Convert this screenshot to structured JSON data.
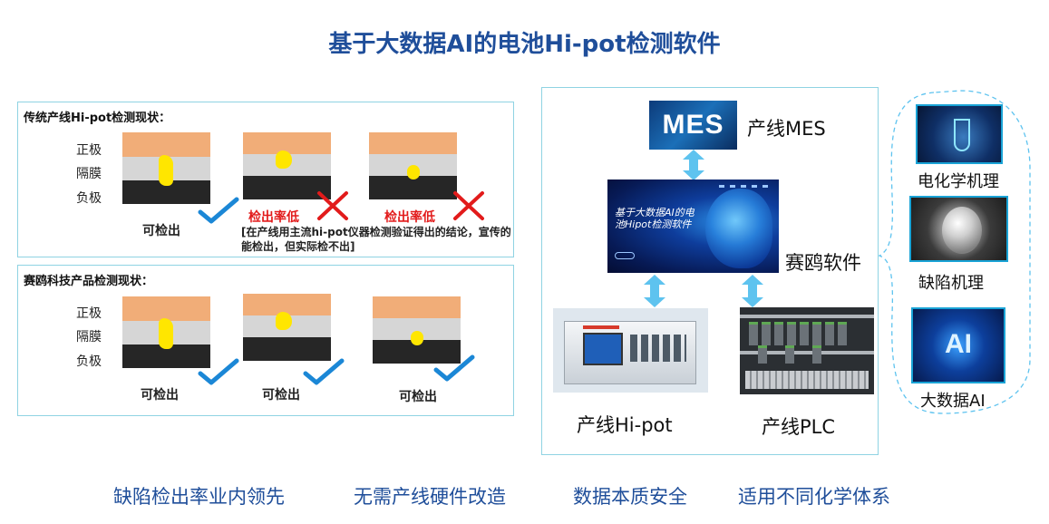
{
  "title": "基于大数据AI的电池Hi-pot检测软件",
  "traditional": {
    "heading": "传统产线Hi-pot检测现状：",
    "layers": [
      "正极",
      "隔膜",
      "负极"
    ],
    "cases": [
      {
        "caption": "可检出",
        "result": "check"
      },
      {
        "caption": "检出率低",
        "result": "cross"
      },
      {
        "caption": "检出率低",
        "result": "cross"
      }
    ],
    "note": "[在产线用主流hi-pot仪器检测验证得出的结论，宣传的能检出，但实际检不出]"
  },
  "saiou": {
    "heading": "赛鸥科技产品检测现状：",
    "layers": [
      "正极",
      "隔膜",
      "负极"
    ],
    "cases": [
      {
        "caption": "可检出",
        "result": "check"
      },
      {
        "caption": "可检出",
        "result": "check"
      },
      {
        "caption": "可检出",
        "result": "check"
      }
    ]
  },
  "system": {
    "mes_logo": "MES",
    "mes_label": "产线MES",
    "software_screen_text": "基于大数据AI的电池Hipot检测软件",
    "software_label": "赛鸥软件",
    "hipot_label": "产线Hi-pot",
    "plc_label": "产线PLC"
  },
  "side": {
    "items": [
      {
        "label": "电化学机理",
        "icon": "chemistry-flask-icon"
      },
      {
        "label": "缺陷机理",
        "icon": "defect-particle-icon"
      },
      {
        "label": "大数据AI",
        "icon": "ai-chip-icon",
        "logo": "AI"
      }
    ]
  },
  "footer": [
    "缺陷检出率业内领先",
    "无需产线硬件改造",
    "数据本质安全",
    "适用不同化学体系"
  ],
  "colors": {
    "title": "#1f4e9a",
    "positive": "#f1ad78",
    "separator": "#d6d6d6",
    "negative": "#262626",
    "defect": "#ffe600",
    "check": "#1b87d6",
    "cross": "#e21b1b",
    "arrow": "#5ec3ef",
    "border": "#8fd3e3"
  }
}
